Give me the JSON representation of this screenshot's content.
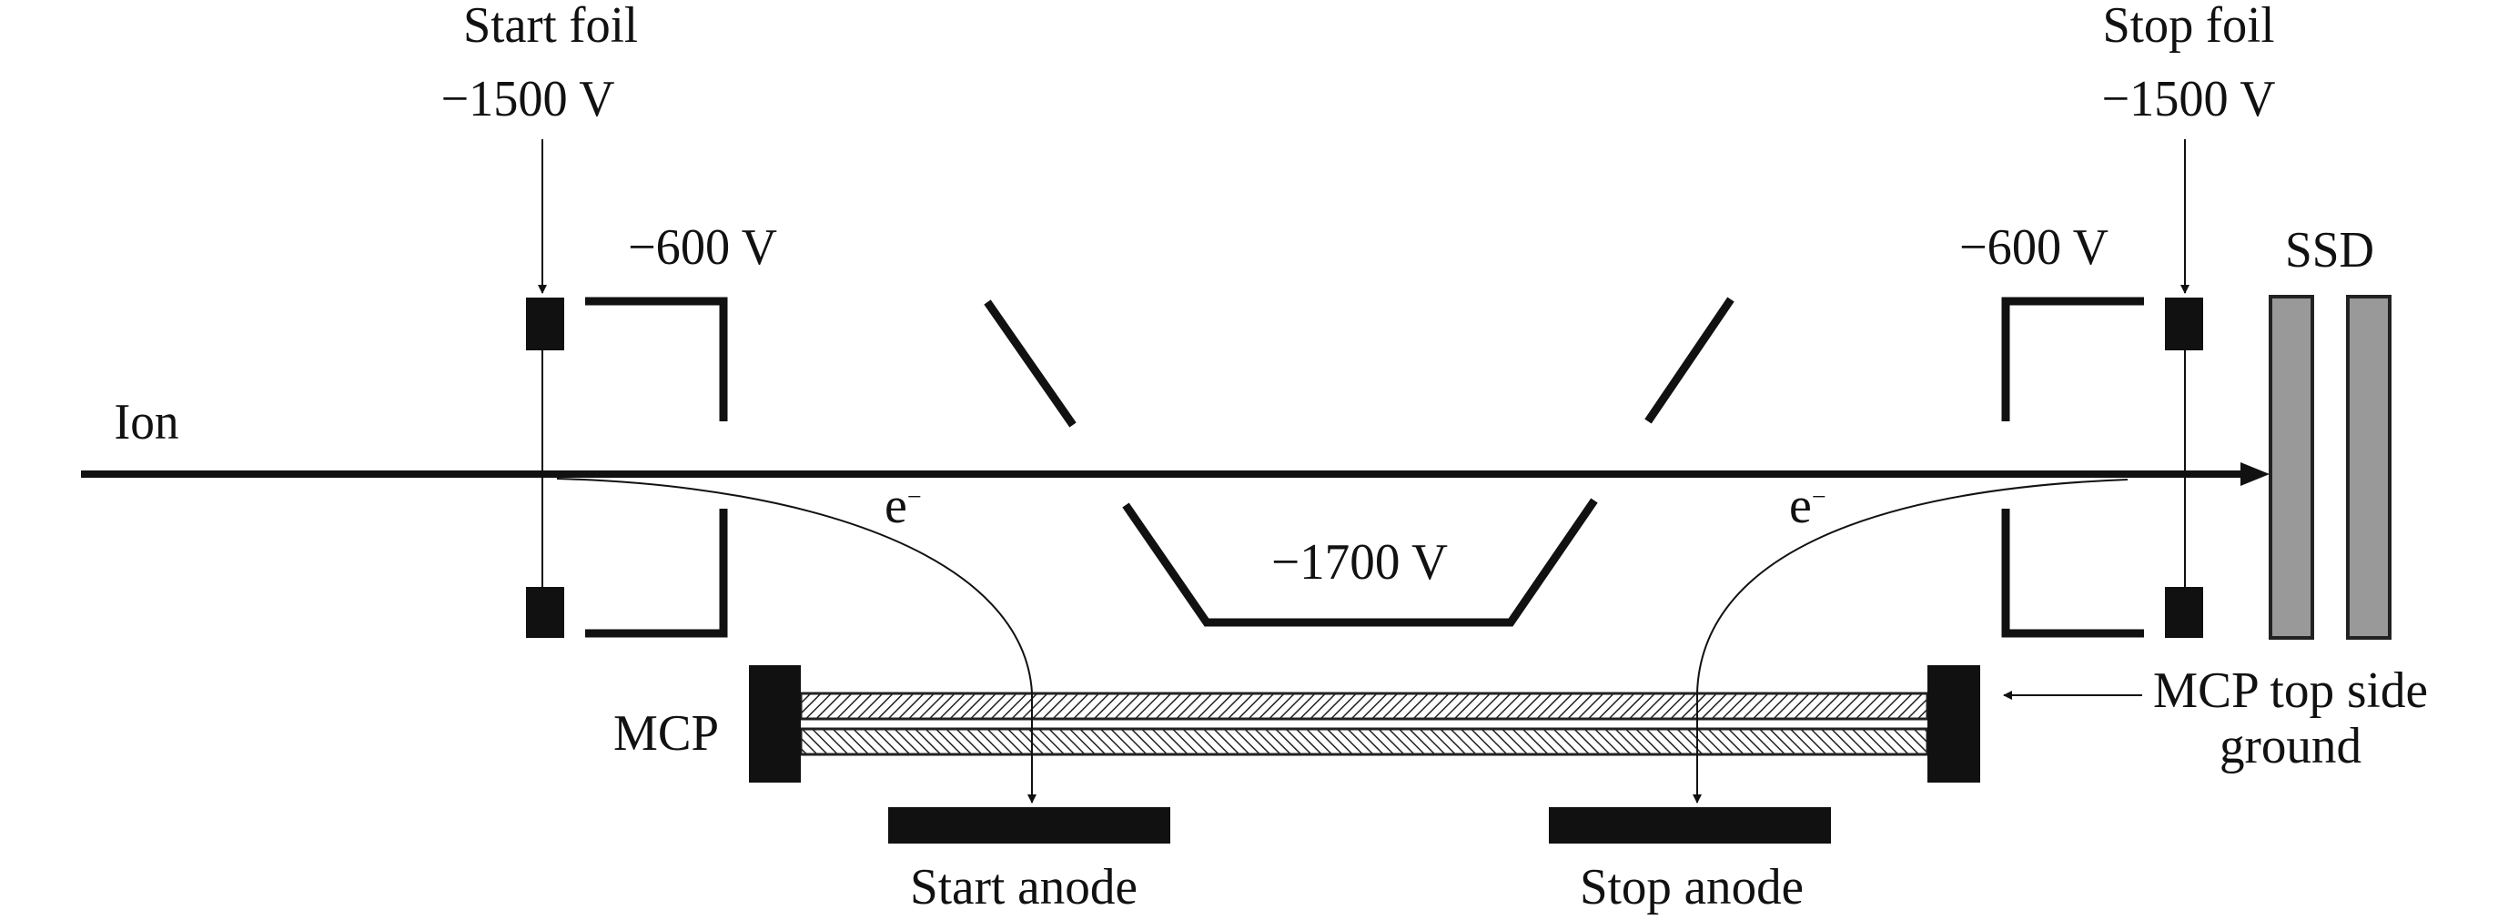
{
  "labels": {
    "start_foil": "Start foil",
    "start_foil_voltage": "−1500 V",
    "stop_foil": "Stop foil",
    "stop_foil_voltage": "−1500 V",
    "left_electrode_voltage": "−600 V",
    "right_electrode_voltage": "−600 V",
    "center_electrode_voltage": "−1700 V",
    "ion": "Ion",
    "electron_left": "e",
    "electron_right": "e",
    "electron_superscript": "−",
    "mcp": "MCP",
    "mcp_ground_line1": "MCP top side",
    "mcp_ground_line2": "ground",
    "ssd": "SSD",
    "start_anode": "Start anode",
    "stop_anode": "Stop anode"
  },
  "colors": {
    "ink": "#111111",
    "ssd_fill": "#999999"
  }
}
